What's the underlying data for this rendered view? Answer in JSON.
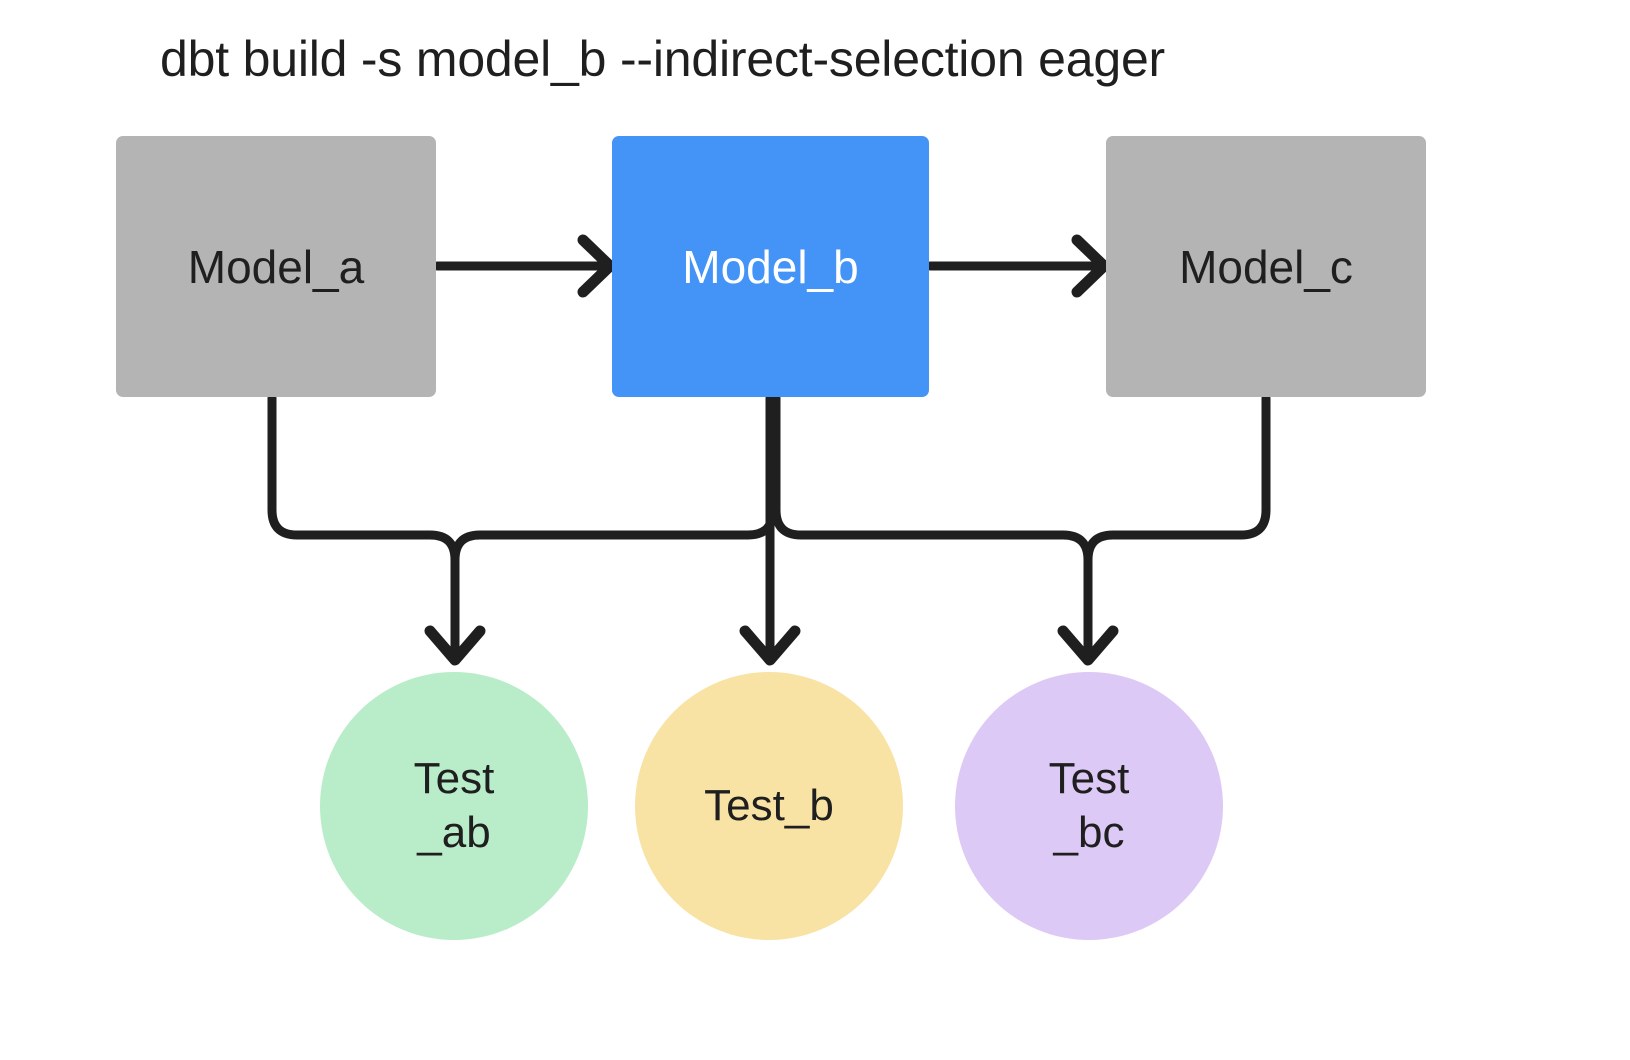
{
  "diagram": {
    "title": "dbt build -s model_b --indirect-selection eager",
    "background": "#ffffff",
    "edge_color": "#1f1f1f",
    "models": [
      {
        "id": "model_a",
        "label": "Model_a",
        "fill": "#b4b4b4",
        "text_color": "#1f1f1f",
        "selected": false
      },
      {
        "id": "model_b",
        "label": "Model_b",
        "fill": "#4494f7",
        "text_color": "#ffffff",
        "selected": true
      },
      {
        "id": "model_c",
        "label": "Model_c",
        "fill": "#b4b4b4",
        "text_color": "#1f1f1f",
        "selected": false
      }
    ],
    "tests": [
      {
        "id": "test_ab",
        "line1": "Test",
        "line2": "_ab",
        "fill": "#b9ecc9",
        "text_color": "#1f1f1f"
      },
      {
        "id": "test_b",
        "line1": "Test_b",
        "line2": "",
        "fill": "#f8e3a4",
        "text_color": "#1f1f1f"
      },
      {
        "id": "test_bc",
        "line1": "Test",
        "line2": "_bc",
        "fill": "#ddc9f5",
        "text_color": "#1f1f1f"
      }
    ],
    "edges": [
      {
        "from": "model_a",
        "to": "model_b",
        "style": "arrow-right"
      },
      {
        "from": "model_b",
        "to": "model_c",
        "style": "arrow-right"
      },
      {
        "from": "model_a",
        "to": "test_ab",
        "style": "elbow-down"
      },
      {
        "from": "model_b",
        "to": "test_ab",
        "style": "elbow-down"
      },
      {
        "from": "model_b",
        "to": "test_b",
        "style": "straight-down"
      },
      {
        "from": "model_b",
        "to": "test_bc",
        "style": "elbow-down"
      },
      {
        "from": "model_c",
        "to": "test_bc",
        "style": "elbow-down"
      }
    ]
  }
}
